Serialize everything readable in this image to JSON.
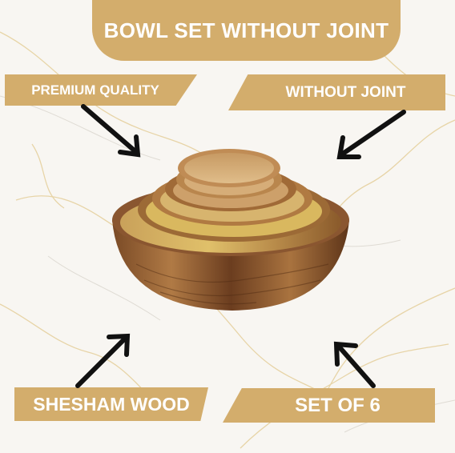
{
  "title": "BOWL SET WITHOUT JOINT",
  "labels": {
    "top_left": "PREMIUM QUALITY",
    "top_right": "WITHOUT JOINT",
    "bottom_left": "SHESHAM WOOD",
    "bottom_right": "SET OF 6"
  },
  "colors": {
    "accent": "#d3ad6c",
    "text": "#ffffff",
    "arrow": "#111111",
    "background": "#f7f5f1"
  }
}
